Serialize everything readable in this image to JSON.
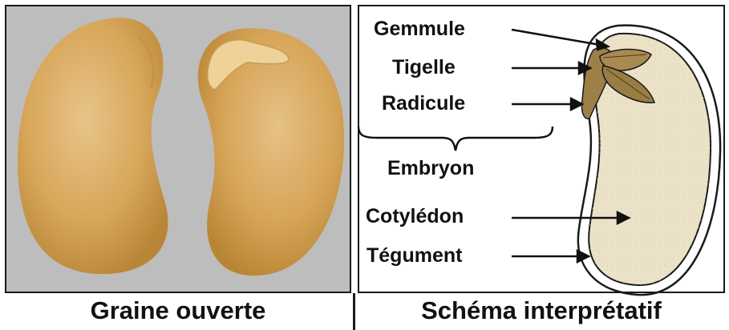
{
  "left_panel": {
    "caption": "Graine ouverte"
  },
  "right_panel": {
    "caption": "Schéma interprétatif",
    "labels": {
      "gemmule": "Gemmule",
      "tigelle": "Tigelle",
      "radicule": "Radicule",
      "embryon": "Embryon",
      "cotyledon": "Cotylédon",
      "tegument": "Tégument"
    }
  },
  "colors": {
    "photo_background": "#bdbdbd",
    "seed": "#dcae63",
    "cotyledon_fill": "#ece2c8",
    "embryo": "#9c8048",
    "outline": "#1a1a1a"
  }
}
